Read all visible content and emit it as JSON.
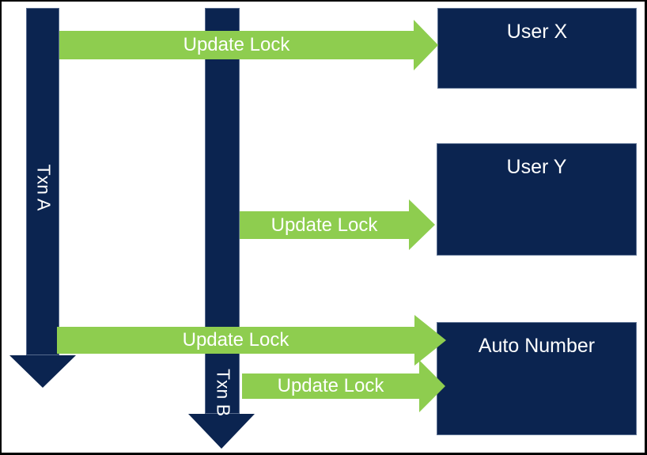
{
  "diagram": {
    "colors": {
      "navy": "#0b2450",
      "green": "#8ecd4f",
      "text": "#ffffff",
      "frame": "#000000"
    },
    "transactions": [
      {
        "label": "Txn A"
      },
      {
        "label": "Txn B"
      }
    ],
    "entities": [
      {
        "label": "User X"
      },
      {
        "label": "User Y"
      },
      {
        "label": "Auto Number"
      }
    ],
    "locks": [
      {
        "label": "Update Lock",
        "from": "Txn A",
        "to": "User X"
      },
      {
        "label": "Update Lock",
        "from": "Txn B",
        "to": "User Y"
      },
      {
        "label": "Update Lock",
        "from": "Txn A",
        "to": "Auto Number"
      },
      {
        "label": "Update Lock",
        "from": "Txn B",
        "to": "Auto Number"
      }
    ]
  }
}
